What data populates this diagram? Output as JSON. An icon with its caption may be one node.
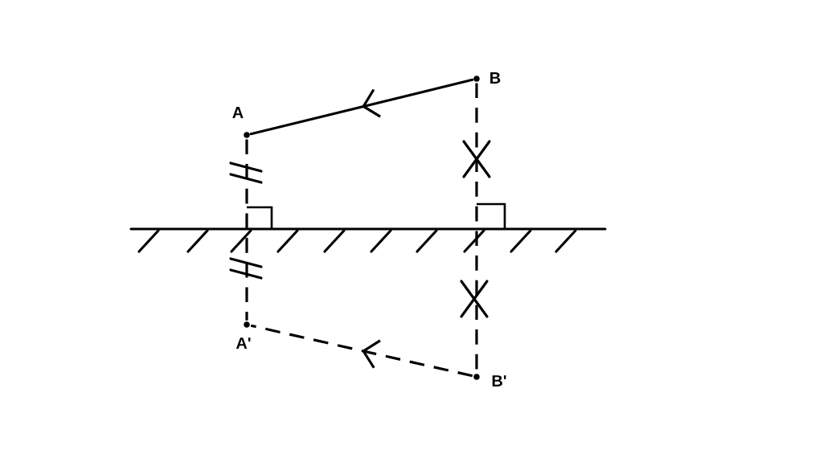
{
  "diagram": {
    "nodes": [
      {
        "text": [
          "A"
        ]
      },
      {
        "text": [
          "B"
        ]
      },
      {
        "text": [
          "A'"
        ]
      },
      {
        "text": [
          "B'"
        ]
      }
    ],
    "edges": [
      {
        "from": 1,
        "to": 0,
        "arrow": "to"
      },
      {
        "from": 3,
        "to": 2,
        "arrow": "to",
        "style": "dashed"
      },
      {
        "from": 0,
        "to": 2,
        "arrow": "none",
        "style": "dashed"
      },
      {
        "from": 1,
        "to": 3,
        "arrow": "none",
        "style": "dashed"
      }
    ]
  }
}
